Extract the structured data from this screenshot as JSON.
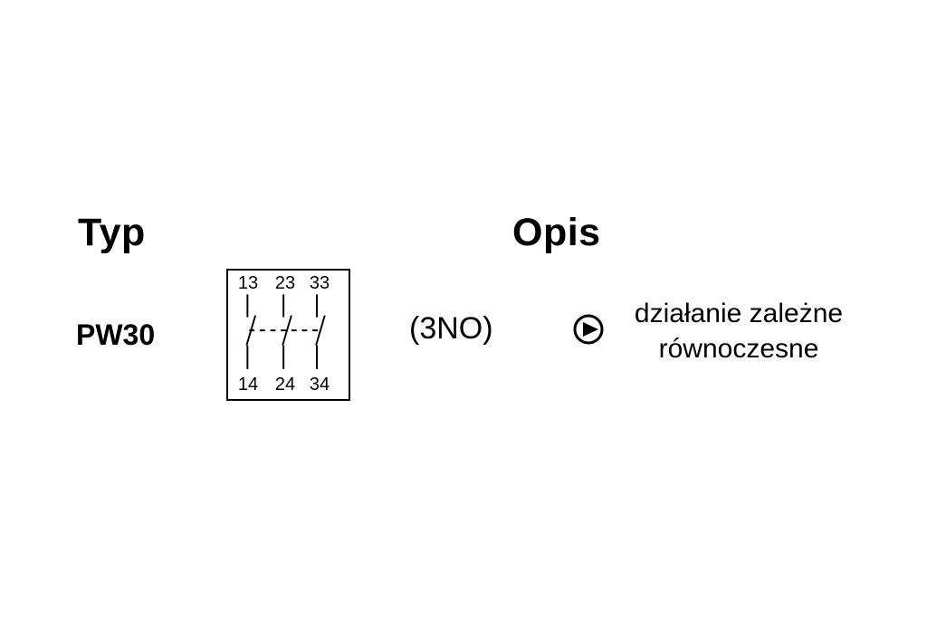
{
  "page": {
    "background": "#ffffff",
    "ink": "#000000"
  },
  "headers": {
    "typ": "Typ",
    "opis": "Opis"
  },
  "row": {
    "type_label": "PW30",
    "contacts_label": "(3NO)",
    "description_line1": "działanie zależne",
    "description_line2": "równoczesne"
  },
  "diagram": {
    "top_terminals": [
      "13",
      "23",
      "33"
    ],
    "bottom_terminals": [
      "14",
      "24",
      "34"
    ],
    "icon": "arrow-in-circle-icon",
    "meaning": "dependent simultaneous action"
  }
}
